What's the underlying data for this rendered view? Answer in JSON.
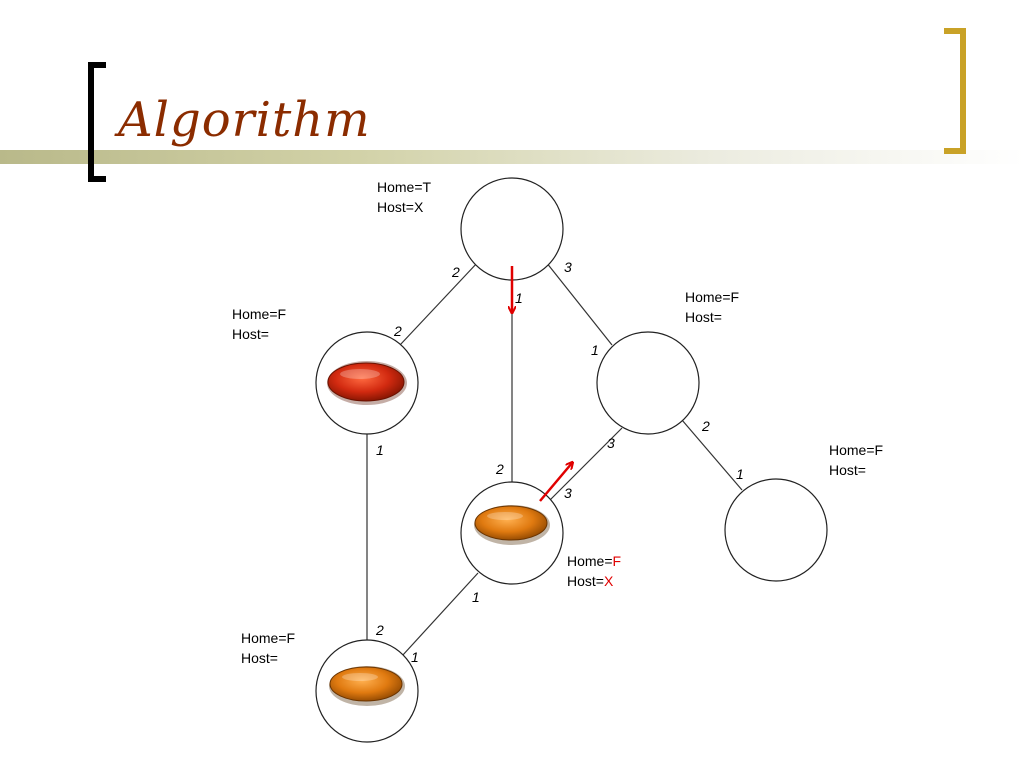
{
  "slide": {
    "title": "Algorithm"
  },
  "colors": {
    "title": "#8b2c00",
    "accent_bracket": "#c9a227",
    "arrow": "#e00000",
    "red_agent": "#d22a10",
    "orange_agent": "#e07a10"
  },
  "nodes": {
    "top": {
      "home": "Home=T",
      "host": "Host=X"
    },
    "left": {
      "home": "Home=F",
      "host": "Host="
    },
    "right": {
      "home": "Home=F",
      "host": "Host="
    },
    "far_right": {
      "home": "Home=F",
      "host": "Host="
    },
    "middle": {
      "home_prefix": "Home=",
      "home_value": "F",
      "host_prefix": "Host=",
      "host_value": "X"
    },
    "bottom_left": {
      "home": "Home=F",
      "host": "Host="
    }
  },
  "ports": {
    "top_to_left_at_top": "2",
    "top_to_left_at_left": "2",
    "top_to_middle_at_top": "1",
    "top_to_middle_at_middle": "2",
    "top_to_right_at_top": "3",
    "top_to_right_at_right": "1",
    "right_to_middle_at_right": "3",
    "right_to_middle_at_middle": "3",
    "right_to_farright_at_right": "2",
    "right_to_farright_at_farright": "1",
    "left_to_bottom_at_left": "1",
    "left_to_bottom_at_bottom": "2",
    "middle_to_bottom_at_middle": "1",
    "middle_to_bottom_at_bottom": "1"
  }
}
